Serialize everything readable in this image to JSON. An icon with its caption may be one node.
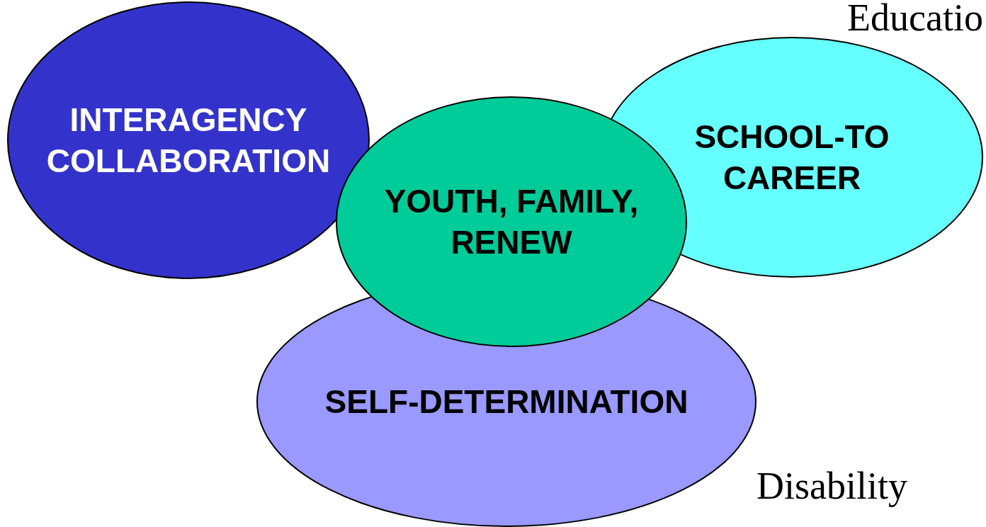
{
  "diagram": {
    "nodes": [
      {
        "text": [
          "INTERAGENCY COLLABORATION"
        ]
      },
      {
        "text": [
          "SCHOOL-TO CAREER"
        ]
      },
      {
        "text": [
          "YOUTH, FAMILY, RENEW"
        ]
      },
      {
        "text": [
          "SELF-DETERMINATION"
        ]
      }
    ],
    "edges": [],
    "labels": [
      "Educatio",
      "Disability"
    ]
  }
}
